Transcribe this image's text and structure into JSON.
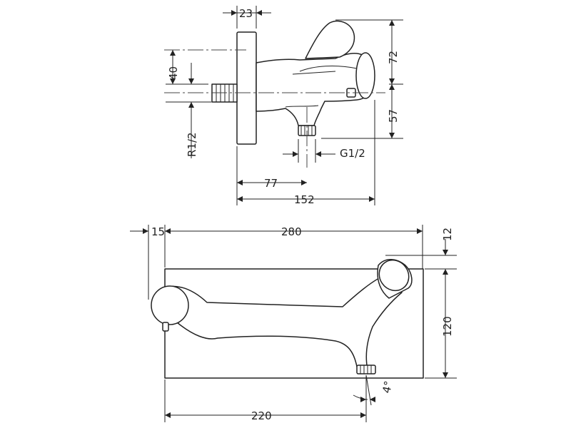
{
  "dimensions": {
    "side_view": {
      "d23": "23",
      "d40": "40",
      "d72": "72",
      "d57": "57",
      "thread_inlet": "R1/2",
      "thread_outlet": "G1/2",
      "d77": "77",
      "d152": "152"
    },
    "front_view": {
      "d15": "15",
      "d280": "280",
      "d12": "12",
      "d120": "120",
      "angle": "4°",
      "d220": "220"
    }
  }
}
